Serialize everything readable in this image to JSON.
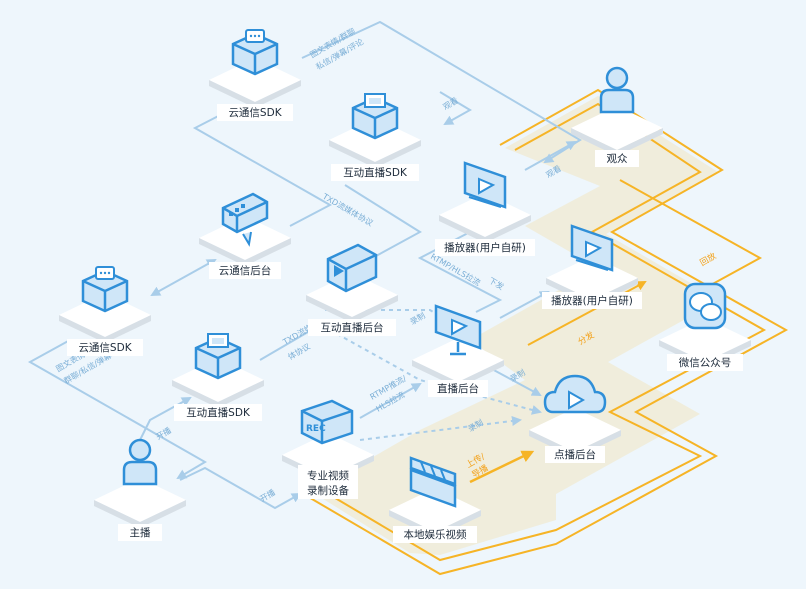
{
  "colors": {
    "background": "#eef6fc",
    "flow_line": "#a9cde9",
    "dashed_line": "#a9cde9",
    "orange_line": "#f6b426",
    "band_fill": "#f0ecd8",
    "icon_blue": "#2f8fd8",
    "plate_top": "#ffffff",
    "plate_side": "#d7dfe6"
  },
  "nodes": {
    "im_sdk_top": {
      "label": "云通信SDK",
      "icon": "box-chat-icon"
    },
    "live_sdk_top": {
      "label": "互动直播SDK",
      "icon": "box-windows-icon"
    },
    "im_backend": {
      "label": "云通信后台",
      "icon": "server-icon"
    },
    "im_sdk_left": {
      "label": "云通信SDK",
      "icon": "box-chat-icon"
    },
    "live_sdk_left": {
      "label": "互动直播SDK",
      "icon": "box-windows-icon"
    },
    "live_backend_interactive": {
      "label": "互动直播后台",
      "icon": "video-server-icon"
    },
    "live_backend": {
      "label": "直播后台",
      "icon": "monitor-play-icon"
    },
    "player_user_1": {
      "label": "播放器(用户自研)",
      "icon": "player-icon"
    },
    "player_user_2": {
      "label": "播放器(用户自研)",
      "icon": "player-icon"
    },
    "audience": {
      "label": "观众",
      "icon": "person-icon"
    },
    "wechat": {
      "label": "微信公众号",
      "icon": "wechat-icon"
    },
    "vod_backend": {
      "label": "点播后台",
      "icon": "cloud-play-icon"
    },
    "pro_device": {
      "label_line1": "专业视频",
      "label_line2": "录制设备",
      "icon": "rec-camera-icon",
      "rec_text": "REC"
    },
    "local_video": {
      "label": "本地娱乐视频",
      "icon": "clapperboard-icon"
    },
    "host": {
      "label": "主播",
      "icon": "person-icon"
    }
  },
  "edges": {
    "msg_top_1": "图文表情/群聊",
    "msg_top_2": "私信/弹幕/评论",
    "watch_top": "观看",
    "tx_protocol_top": "TXD流媒体协议",
    "rtmp_pull": "RTMP/HLS拉流",
    "dispatch": "下发",
    "watch_right": "观看",
    "playback": "回放",
    "distribute": "分发",
    "record_1": "录制",
    "msg_left_1": "图文表情",
    "msg_left_2": "群聊/私信/弹幕",
    "tx_protocol_left_1": "TXD流媒",
    "tx_protocol_left_2": "体协议",
    "start_live_left": "开播",
    "start_live_bottom": "开播",
    "rtmp_push_1": "RTMP推流/",
    "rtmp_push_2": "HLS拉流",
    "record_2": "录制",
    "record_3": "录制",
    "upload_1": "上传/",
    "upload_2": "导播"
  }
}
